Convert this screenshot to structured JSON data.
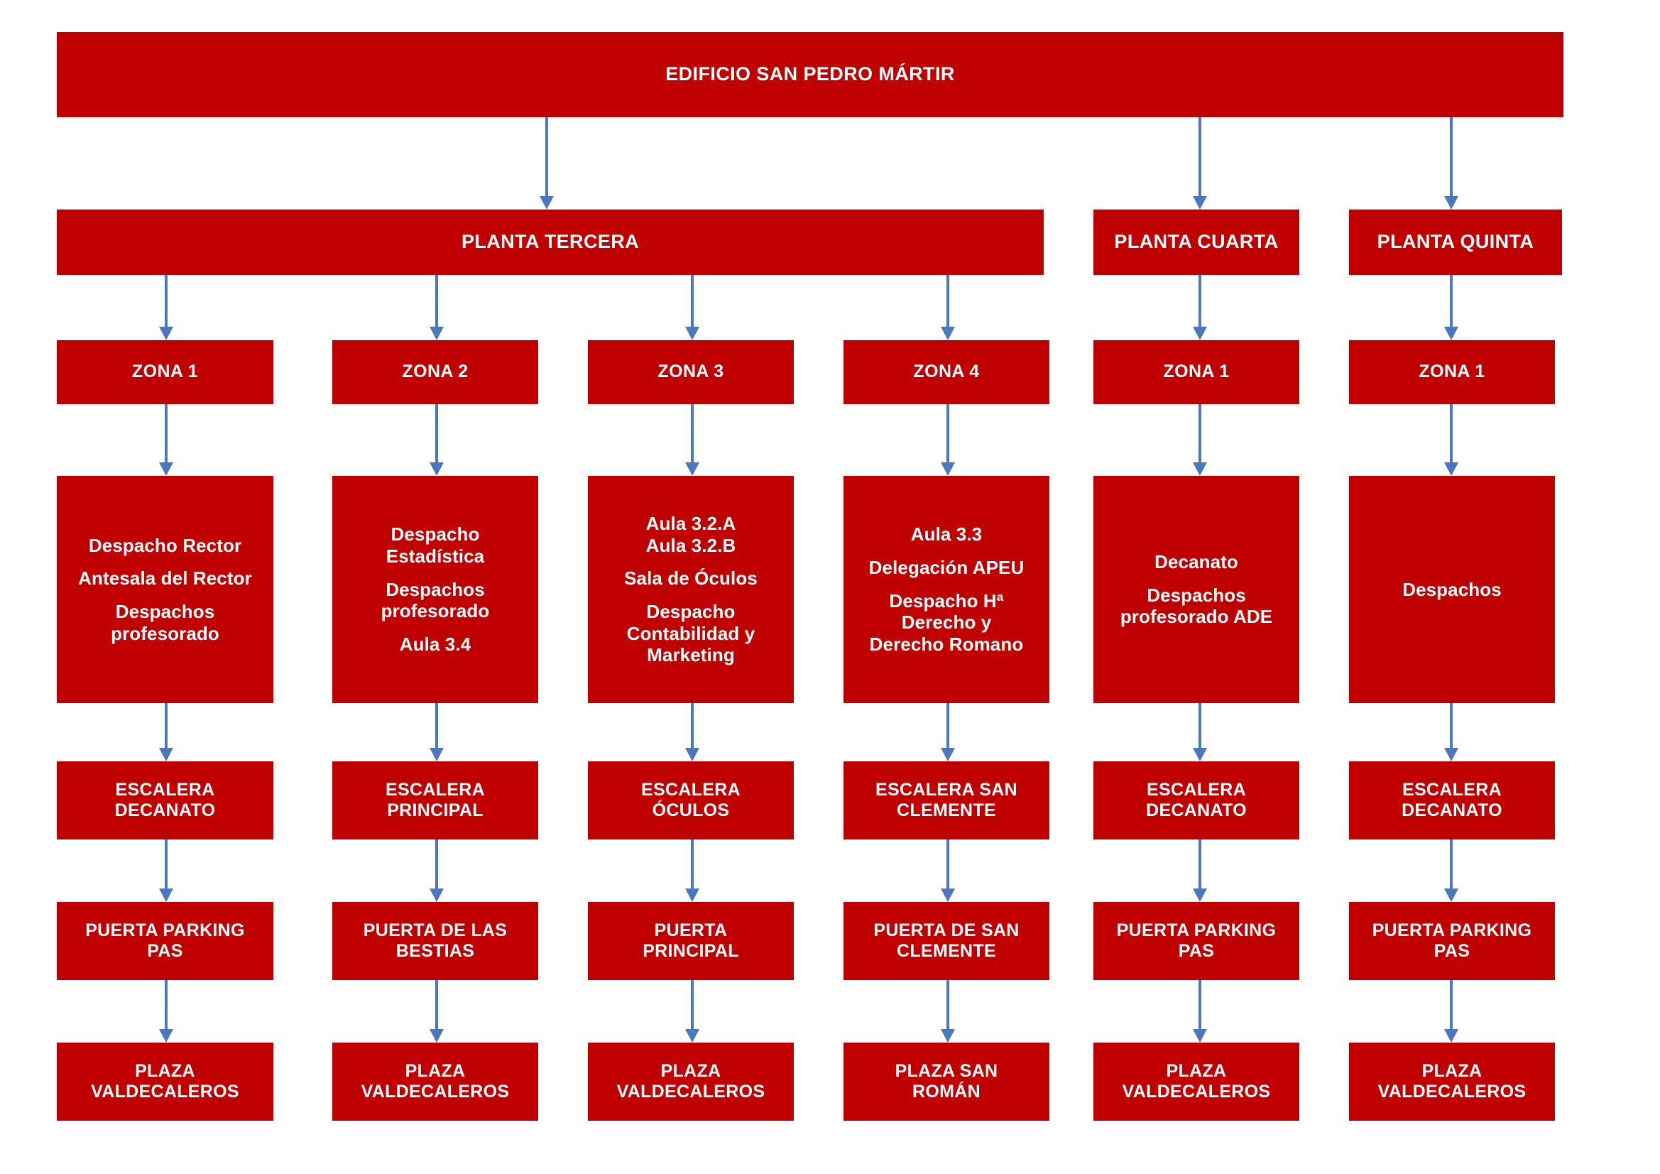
{
  "colors": {
    "box_fill": "#C00000",
    "box_text": "#FFFFFF",
    "connector": "#4A77BE",
    "background": "#FFFFFF"
  },
  "root": {
    "label": "EDIFICIO SAN PEDRO MÁRTIR"
  },
  "plantas": [
    {
      "label": "PLANTA TERCERA"
    },
    {
      "label": "PLANTA CUARTA"
    },
    {
      "label": "PLANTA QUINTA"
    }
  ],
  "columns": [
    {
      "zona": "ZONA 1",
      "content": [
        "Despacho Rector",
        "Antesala del Rector",
        "Despachos profesorado"
      ],
      "content_lines": [
        [
          "Despacho Rector"
        ],
        [
          "Antesala del Rector"
        ],
        [
          "Despachos",
          "profesorado"
        ]
      ],
      "escalera": [
        "ESCALERA",
        "DECANATO"
      ],
      "puerta": [
        "PUERTA PARKING",
        "PAS"
      ],
      "plaza": [
        "PLAZA",
        "VALDECALEROS"
      ]
    },
    {
      "zona": "ZONA 2",
      "content": [
        "Despacho Estadística",
        "Despachos profesorado",
        "Aula 3.4"
      ],
      "content_lines": [
        [
          "Despacho",
          "Estadística"
        ],
        [
          "Despachos",
          "profesorado"
        ],
        [
          "Aula 3.4"
        ]
      ],
      "escalera": [
        "ESCALERA",
        "PRINCIPAL"
      ],
      "puerta": [
        "PUERTA DE LAS",
        "BESTIAS"
      ],
      "plaza": [
        "PLAZA",
        "VALDECALEROS"
      ]
    },
    {
      "zona": "ZONA 3",
      "content": [
        "Aula 3.2.A Aula 3.2.B",
        "Sala de Óculos",
        "Despacho Contabilidad y Marketing"
      ],
      "content_lines": [
        [
          "Aula 3.2.A",
          "Aula 3.2.B"
        ],
        [
          "Sala de Óculos"
        ],
        [
          "Despacho",
          "Contabilidad y",
          "Marketing"
        ]
      ],
      "escalera": [
        "ESCALERA",
        "ÓCULOS"
      ],
      "puerta": [
        "PUERTA",
        "PRINCIPAL"
      ],
      "plaza": [
        "PLAZA",
        "VALDECALEROS"
      ]
    },
    {
      "zona": "ZONA 4",
      "content": [
        "Aula 3.3",
        "Delegación APEU",
        "Despacho Hª Derecho y Derecho Romano"
      ],
      "content_lines": [
        [
          "Aula 3.3"
        ],
        [
          "Delegación APEU"
        ],
        [
          "Despacho Hª",
          "Derecho y",
          "Derecho Romano"
        ]
      ],
      "escalera": [
        "ESCALERA SAN",
        "CLEMENTE"
      ],
      "puerta": [
        "PUERTA DE SAN",
        "CLEMENTE"
      ],
      "plaza": [
        "PLAZA SAN",
        "ROMÁN"
      ]
    },
    {
      "zona": "ZONA 1",
      "content": [
        "Decanato",
        "Despachos profesorado ADE"
      ],
      "content_lines": [
        [
          "Decanato"
        ],
        [
          "Despachos",
          "profesorado ADE"
        ]
      ],
      "escalera": [
        "ESCALERA",
        "DECANATO"
      ],
      "puerta": [
        "PUERTA PARKING",
        "PAS"
      ],
      "plaza": [
        "PLAZA",
        "VALDECALEROS"
      ]
    },
    {
      "zona": "ZONA 1",
      "content": [
        "Despachos"
      ],
      "content_lines": [
        [
          "Despachos"
        ]
      ],
      "escalera": [
        "ESCALERA",
        "DECANATO"
      ],
      "puerta": [
        "PUERTA PARKING",
        "PAS"
      ],
      "plaza": [
        "PLAZA",
        "VALDECALEROS"
      ]
    }
  ]
}
